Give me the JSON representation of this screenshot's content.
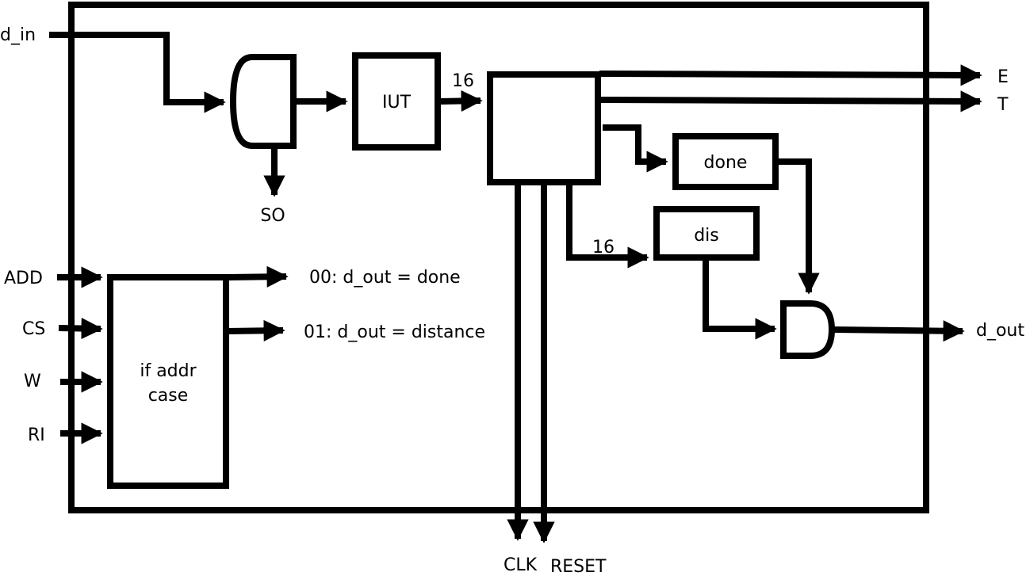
{
  "inputs": {
    "d_in": "d_in",
    "add": "ADD",
    "cs": "CS",
    "w": "W",
    "ri": "RI"
  },
  "outputs": {
    "so": "SO",
    "e": "E",
    "t": "T",
    "d_out": "d_out",
    "clk": "CLK",
    "reset": "RESET"
  },
  "blocks": {
    "iut": "IUT",
    "done": "done",
    "dis": "dis",
    "if_addr_line1": "if addr",
    "if_addr_line2": "case"
  },
  "bus_widths": {
    "iut_out": "16",
    "dis_in": "16"
  },
  "decode": {
    "line0": "00: d_out = done",
    "line1": "01: d_out = distance"
  },
  "colors": {
    "stroke": "#000000",
    "background": "#ffffff"
  }
}
